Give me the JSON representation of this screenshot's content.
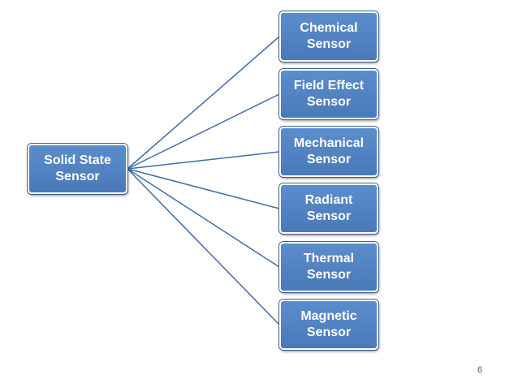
{
  "diagram": {
    "root": {
      "label": "Solid  State\nSensor"
    },
    "children": [
      {
        "label": "Chemical\nSensor"
      },
      {
        "label": "Field Effect\nSensor"
      },
      {
        "label": "Mechanical\nSensor"
      },
      {
        "label": "Radiant\nSensor"
      },
      {
        "label": "Thermal\nSensor"
      },
      {
        "label": "Magnetic\nSensor"
      }
    ],
    "colors": {
      "node_fill": "#4f81bd",
      "connector": "#3f6fa8"
    }
  },
  "page_number": "6"
}
